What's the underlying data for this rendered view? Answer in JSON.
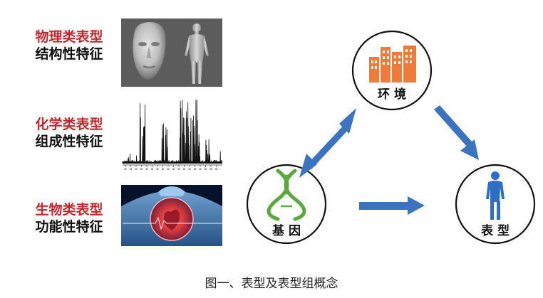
{
  "rows": [
    {
      "type": "物理类表型",
      "feature": "结构性特征"
    },
    {
      "type": "化学类表型",
      "feature": "组成性特征"
    },
    {
      "type": "生物类表型",
      "feature": "功能性特征"
    }
  ],
  "diagram": {
    "env_label": "环 境",
    "gene_label": "基 因",
    "phenotype_label": "表 型"
  },
  "caption": "图一、表型及表型组概念",
  "colors": {
    "red": "#c0282d",
    "arrow": "#3b73c0",
    "building": "#ee7b38",
    "dna": "#5aa83e",
    "human": "#2d6fc5"
  }
}
